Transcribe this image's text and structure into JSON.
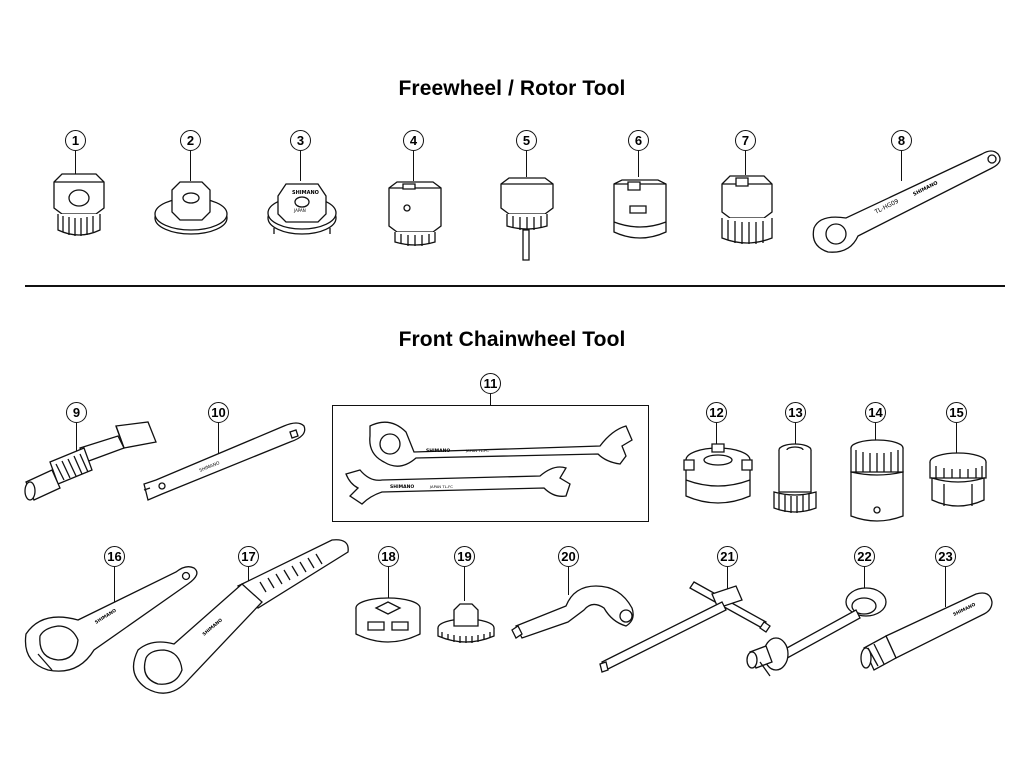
{
  "sections": [
    {
      "title": "Freewheel / Rotor Tool"
    },
    {
      "title": "Front Chainwheel Tool"
    }
  ],
  "callouts": [
    "1",
    "2",
    "3",
    "4",
    "5",
    "6",
    "7",
    "8",
    "9",
    "10",
    "11",
    "12",
    "13",
    "14",
    "15",
    "16",
    "17",
    "18",
    "19",
    "20",
    "21",
    "22",
    "23"
  ],
  "tool_markings": {
    "brand": "SHIMANO",
    "made_in": "JAPAN",
    "tl_hg09": "TL-HG09",
    "made_in_japan": "JAPAN TL-FC"
  }
}
